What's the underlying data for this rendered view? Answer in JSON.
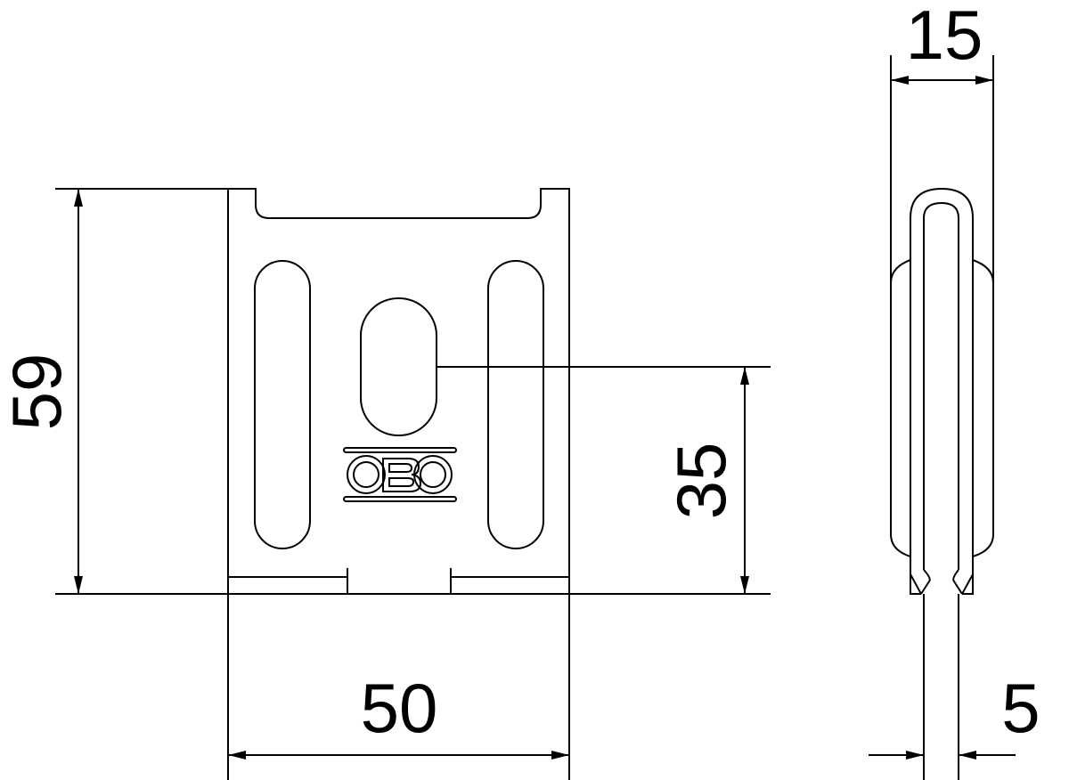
{
  "drawing": {
    "dimensions": {
      "height": "59",
      "hole_height": "35",
      "width": "50",
      "depth": "15",
      "gap": "5"
    },
    "logo_text": "OBO",
    "line_color": "#000000",
    "background": "#ffffff"
  }
}
